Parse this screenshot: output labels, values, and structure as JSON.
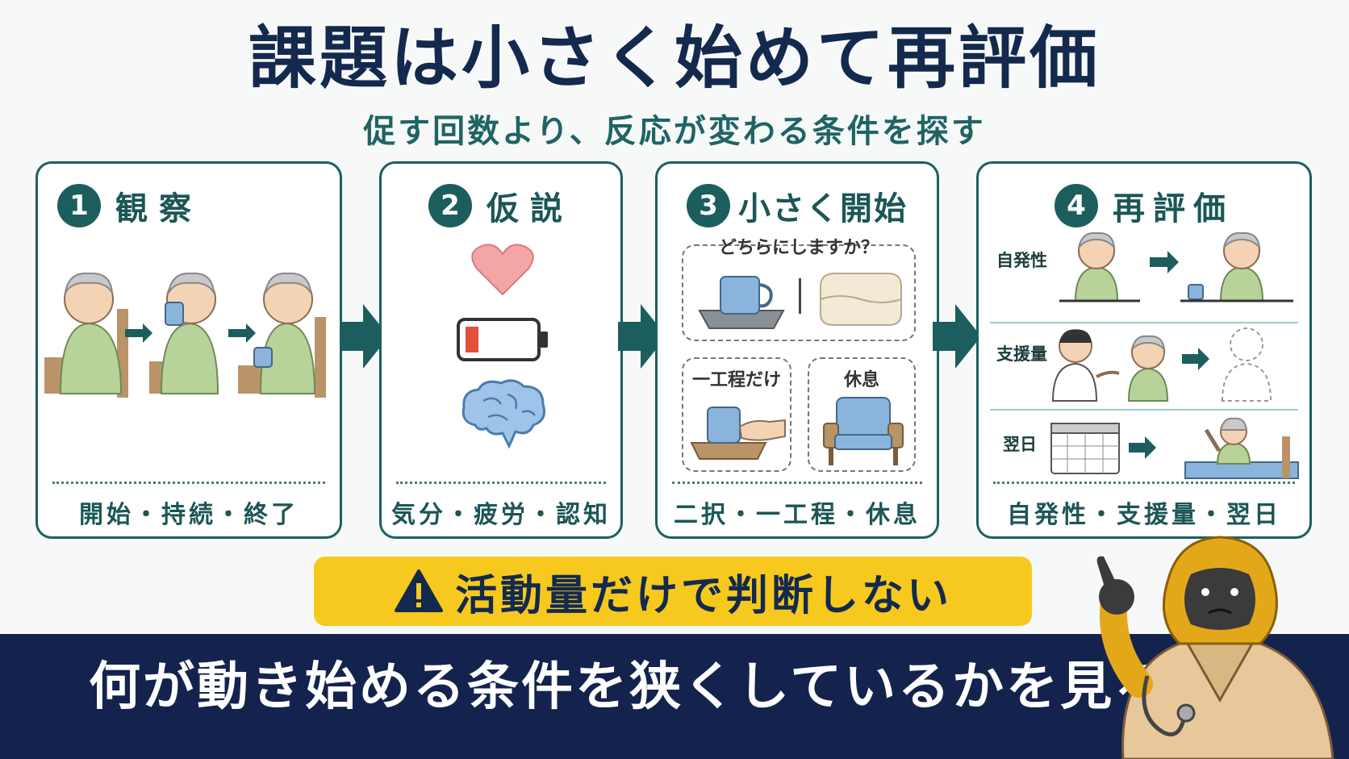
{
  "header": {
    "title": "課題は小さく始めて再評価",
    "subtitle": "促す回数より、反応が変わる条件を探す"
  },
  "steps": [
    {
      "num": "1",
      "label": "観察",
      "footer": "開始・持続・終了"
    },
    {
      "num": "2",
      "label": "仮説",
      "footer": "気分・疲労・認知"
    },
    {
      "num": "3",
      "label": "小さく開始",
      "footer": "二択・一工程・休息",
      "question": "どちらにしますか？",
      "option_a": "一工程だけ",
      "option_b": "休息"
    },
    {
      "num": "4",
      "label": "再評価",
      "footer": "自発性・支援量・翌日",
      "rows": [
        "自発性",
        "支援量",
        "翌日"
      ]
    }
  ],
  "warning": {
    "text": "活動量だけで判断しない",
    "icon": "warning-icon"
  },
  "banner": {
    "text": "何が動き始める条件を狭くしているかを見る"
  },
  "colors": {
    "navy": "#13234d",
    "teal": "#1c5e5e",
    "yellow": "#f7c91e"
  }
}
